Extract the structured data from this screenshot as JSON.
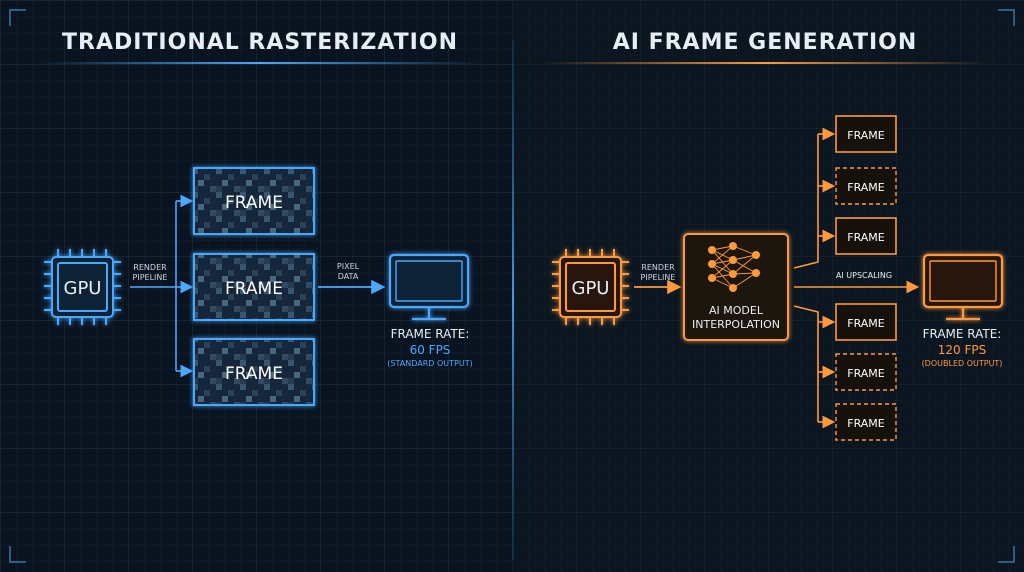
{
  "colors": {
    "background": "#0a1420",
    "blue_accent": "#4aa8ff",
    "orange_accent": "#ff9a3c",
    "title_text": "#e8eef5",
    "body_text": "#dfe8f2"
  },
  "left": {
    "title": "TRADITIONAL RASTERIZATION",
    "gpu_label": "GPU",
    "render_label_1": "RENDER",
    "render_label_2": "PIPELINE",
    "frames": [
      "FRAME",
      "FRAME",
      "FRAME"
    ],
    "pixel_label_1": "PIXEL",
    "pixel_label_2": "DATA",
    "rate_label": "FRAME RATE:",
    "rate_value": "60 FPS",
    "rate_note": "(STANDARD OUTPUT)",
    "icons": {
      "gpu": "gpu-chip-icon",
      "monitor": "monitor-icon"
    }
  },
  "right": {
    "title": "AI FRAME GENERATION",
    "gpu_label": "GPU",
    "render_label_1": "RENDER",
    "render_label_2": "PIPELINE",
    "model_label_1": "AI MODEL",
    "model_label_2": "INTERPOLATION",
    "upscale_label": "AI UPSCALING",
    "frames": [
      "FRAME",
      "FRAME",
      "FRAME",
      "FRAME",
      "FRAME",
      "FRAME"
    ],
    "rate_label": "FRAME RATE:",
    "rate_value": "120 FPS",
    "rate_note": "(DOUBLED OUTPUT)",
    "icons": {
      "gpu": "gpu-chip-icon",
      "network": "neural-network-icon",
      "monitor": "monitor-icon"
    }
  }
}
